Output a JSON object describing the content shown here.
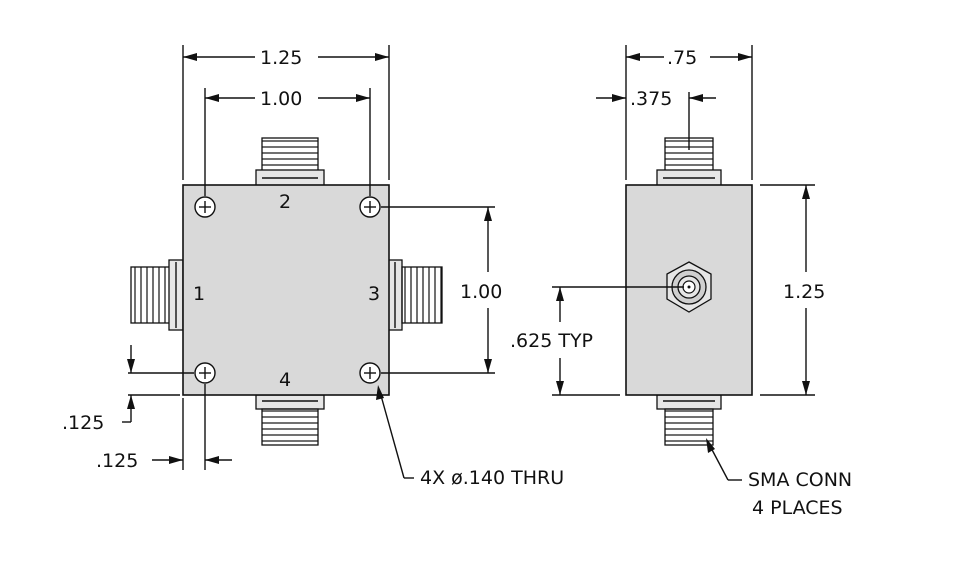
{
  "front_view": {
    "overall_width": "1.25",
    "hole_spacing_width": "1.00",
    "hole_spacing_height": "1.00",
    "edge_offset_vertical": ".125",
    "edge_offset_horizontal": ".125",
    "hole_note": "4X ø.140 THRU",
    "port_labels": [
      "1",
      "2",
      "3",
      "4"
    ]
  },
  "side_view": {
    "overall_width": ".75",
    "center_offset": ".375",
    "height": "1.25",
    "port_height": ".625 TYP",
    "connector_note_line1": "SMA CONN",
    "connector_note_line2": "4 PLACES"
  }
}
